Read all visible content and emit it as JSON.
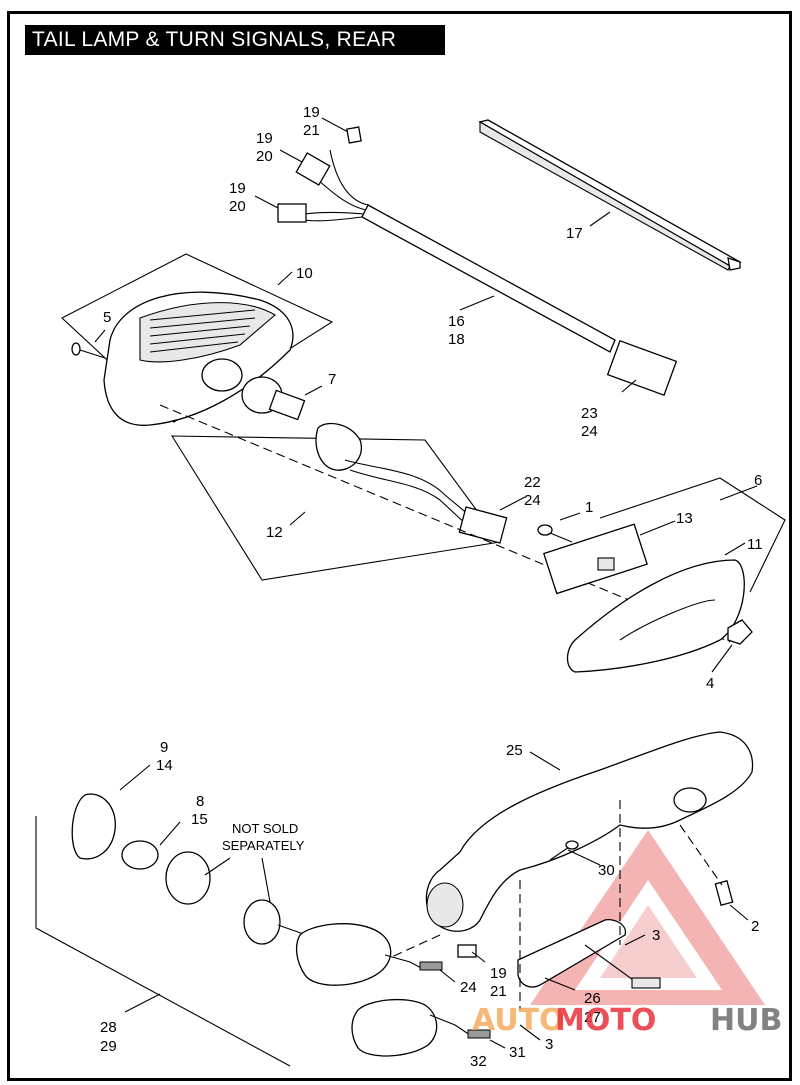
{
  "title": "TAIL LAMP & TURN SIGNALS, REAR",
  "callouts": {
    "c19_21_top": {
      "a": "19",
      "b": "21"
    },
    "c19_20_a": {
      "a": "19",
      "b": "20"
    },
    "c19_20_b": {
      "a": "19",
      "b": "20"
    },
    "c17": "17",
    "c10": "10",
    "c5": "5",
    "c16_18": {
      "a": "16",
      "b": "18"
    },
    "c7": "7",
    "c23_24": {
      "a": "23",
      "b": "24"
    },
    "c22_24": {
      "a": "22",
      "b": "24"
    },
    "c6": "6",
    "c1": "1",
    "c13": "13",
    "c11": "11",
    "c12": "12",
    "c4": "4",
    "c9_14": {
      "a": "9",
      "b": "14"
    },
    "c25": "25",
    "c8_15": {
      "a": "8",
      "b": "15"
    },
    "c30": "30",
    "c2": "2",
    "c3_upper": "3",
    "c19_21_low": {
      "a": "19",
      "b": "21"
    },
    "c24_low": "24",
    "c26_27": {
      "a": "26",
      "b": "27"
    },
    "c28_29": {
      "a": "28",
      "b": "29"
    },
    "c3_lower": "3",
    "c31": "31",
    "c32": "32"
  },
  "note": {
    "line1": "NOT SOLD",
    "line2": "SEPARATELY"
  },
  "watermark": {
    "part1": "AUTO",
    "part2": "MOTO",
    "part3": "HUB"
  },
  "colors": {
    "watermark_red": "#e8323c",
    "watermark_gray": "#6d6d6d",
    "title_bg": "#000000"
  }
}
